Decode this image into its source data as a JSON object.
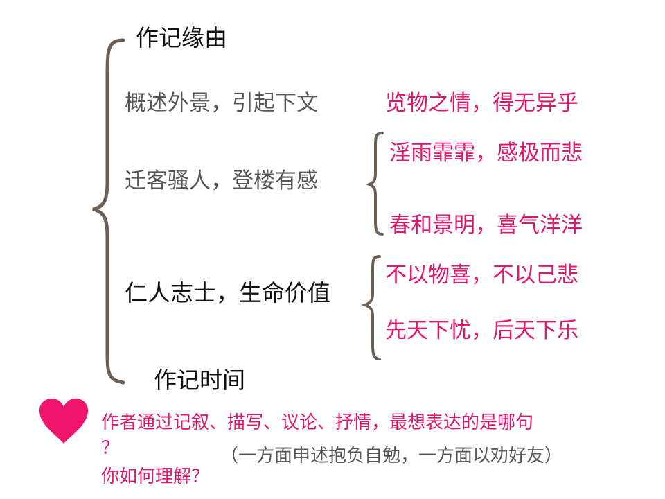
{
  "outline": {
    "top_label": "作记缘由",
    "section1": "概述外景，引起下文",
    "section1_conclusion": "览物之情，得无异乎",
    "section2": "迁客骚人，登楼有感",
    "section2_sub": [
      "淫雨霏霏，感极而悲",
      "春和景明，喜气洋洋"
    ],
    "section3": "仁人志士，生命价值",
    "section3_sub": [
      "不以物喜，不以己悲",
      "先天下忧，后天下乐"
    ],
    "bottom_label": "作记时间"
  },
  "question": {
    "line1": "作者通过记叙、描写、议论、抒情，最想表达的是哪句",
    "line2": "？",
    "line3": "你如何理解？",
    "answer": "（一方面申述抱负自勉，一方面以劝好友）"
  },
  "colors": {
    "accent": "#e0186c",
    "brace": "#6b6157",
    "heart": "#f0146c"
  },
  "icons": {
    "heart": "heart-icon"
  }
}
